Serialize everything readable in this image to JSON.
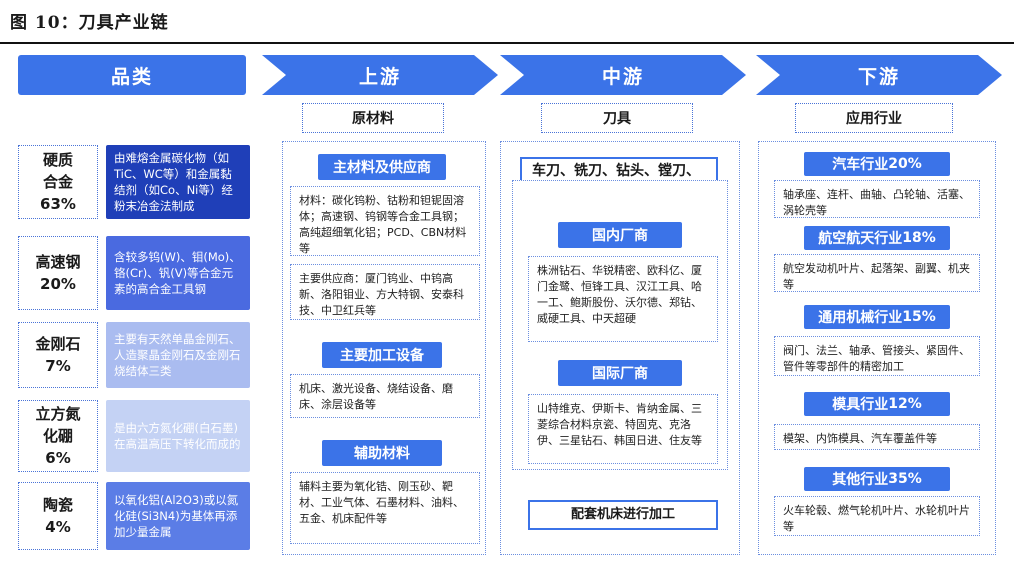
{
  "figure_title": "图 10：刀具产业链",
  "headers": {
    "category": "品类",
    "upstream": "上游",
    "midstream": "中游",
    "downstream": "下游"
  },
  "subheaders": {
    "upstream": "原材料",
    "midstream": "刀具",
    "downstream": "应用行业"
  },
  "categories": [
    {
      "name_line1": "硬质",
      "name_line2": "合金",
      "share": "63%",
      "desc": "由难熔金属碳化物（如TiC、WC等）和金属黏结剂（如Co、Ni等）经粉末冶金法制成",
      "color": "#1f3fb8"
    },
    {
      "name_line1": "高速钢",
      "name_line2": "",
      "share": "20%",
      "desc": "含较多钨(W)、钼(Mo)、铬(Cr)、钒(V)等合金元素的高合金工具钢",
      "color": "#4a6ae0"
    },
    {
      "name_line1": "金刚石",
      "name_line2": "",
      "share": "7%",
      "desc": "主要有天然单晶金刚石、人造聚晶金刚石及金刚石烧结体三类",
      "color": "#aabcf0"
    },
    {
      "name_line1": "立方氮",
      "name_line2": "化硼",
      "share": "6%",
      "desc": "是由六方氮化硼(白石墨)在高温高压下转化而成的",
      "color": "#c4d2f4"
    },
    {
      "name_line1": "陶瓷",
      "name_line2": "",
      "share": "4%",
      "desc": "以氧化铝(Al2O3)或以氮化硅(Si3N4)为基体再添加少量金属",
      "color": "#5b7de6"
    }
  ],
  "upstream": {
    "main_materials": {
      "label": "主材料及供应商",
      "materials": "材料：碳化钨粉、钴粉和钽铌固溶体；高速钢、钨钢等合金工具钢；高纯超细氧化铝；PCD、CBN材料等",
      "suppliers": "主要供应商：厦门钨业、中钨高新、洛阳钼业、方大特钢、安泰科技、中卫红兵等"
    },
    "equipment": {
      "label": "主要加工设备",
      "text": "机床、激光设备、烧结设备、磨床、涂层设备等"
    },
    "auxiliary": {
      "label": "辅助材料",
      "text": "辅料主要为氧化锆、刚玉砂、靶材、工业气体、石墨材料、油料、五金、机床配件等"
    }
  },
  "midstream": {
    "tools": "车刀、铣刀、钻头、镗刀、铰刀、刨刀等",
    "domestic": {
      "label": "国内厂商",
      "text": "株洲钻石、华锐精密、欧科亿、厦门金鹭、恒锋工具、汉江工具、哈一工、鲍斯股份、沃尔德、郑钻、威硬工具、中天超硬"
    },
    "international": {
      "label": "国际厂商",
      "text": "山特维克、伊斯卡、肯纳金属、三菱综合材料京瓷、特固克、克洛伊、三星钻石、韩国日进、住友等"
    },
    "machining": "配套机床进行加工"
  },
  "downstream": [
    {
      "label": "汽车行业",
      "share": "20%",
      "text": "轴承座、连杆、曲轴、凸轮轴、活塞、涡轮壳等"
    },
    {
      "label": "航空航天行业",
      "share": "18%",
      "text": "航空发动机叶片、起落架、副翼、机夹等"
    },
    {
      "label": "通用机械行业",
      "share": "15%",
      "text": "阀门、法兰、轴承、管接头、紧固件、管件等零部件的精密加工"
    },
    {
      "label": "模具行业",
      "share": "12%",
      "text": "模架、内饰模具、汽车覆盖件等"
    },
    {
      "label": "其他行业",
      "share": "35%",
      "text": "火车轮毂、燃气轮机叶片、水轮机叶片等"
    }
  ],
  "colors": {
    "accent": "#3b73e8",
    "dark_blue": "#1f3fb8",
    "dotted_border": "#6c8fe0"
  }
}
